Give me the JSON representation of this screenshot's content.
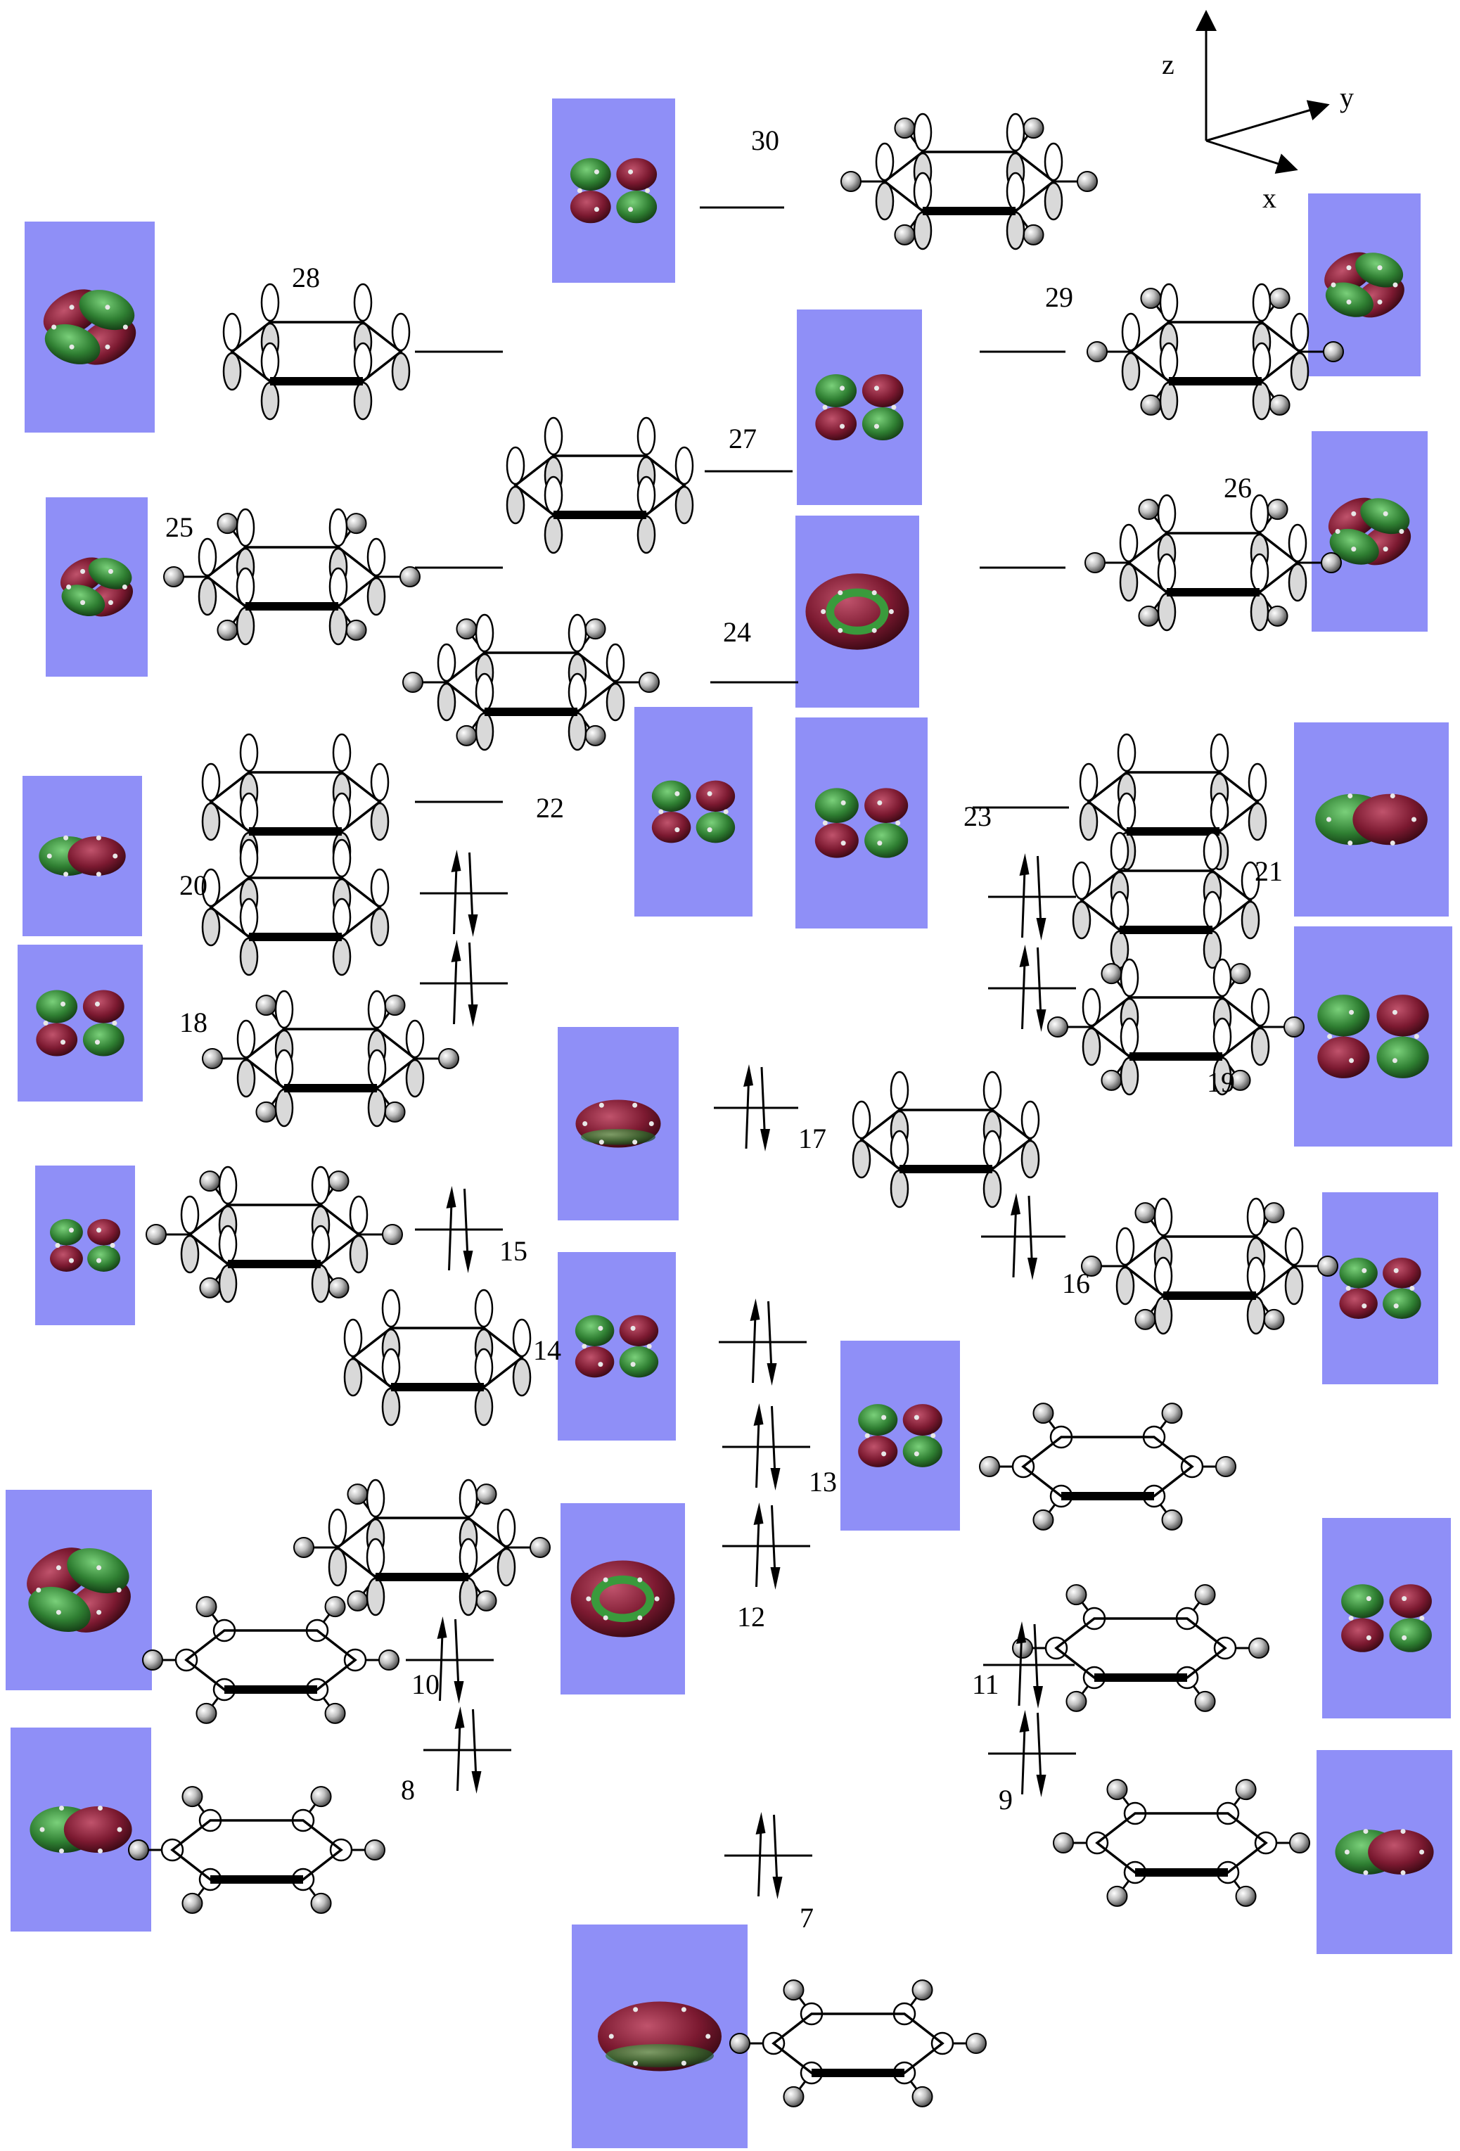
{
  "axes": {
    "z": "z",
    "y": "y",
    "x": "x"
  },
  "orbital_labels": [
    "7",
    "8",
    "9",
    "10",
    "11",
    "12",
    "13",
    "14",
    "15",
    "16",
    "17",
    "18",
    "19",
    "20",
    "21",
    "22",
    "23",
    "24",
    "25",
    "26",
    "27",
    "28",
    "29",
    "30"
  ],
  "colors": {
    "panel": "#8f8ff7",
    "lobe_green": "#2f7f32",
    "lobe_red": "#7b1930",
    "ring": "#000000"
  },
  "occupied_orbitals": [
    "7",
    "8",
    "9",
    "10",
    "11",
    "12",
    "13",
    "14",
    "15",
    "16",
    "17",
    "18",
    "19",
    "20",
    "21"
  ],
  "unoccupied_orbitals": [
    "22",
    "23",
    "24",
    "25",
    "26",
    "27",
    "28",
    "29",
    "30"
  ]
}
